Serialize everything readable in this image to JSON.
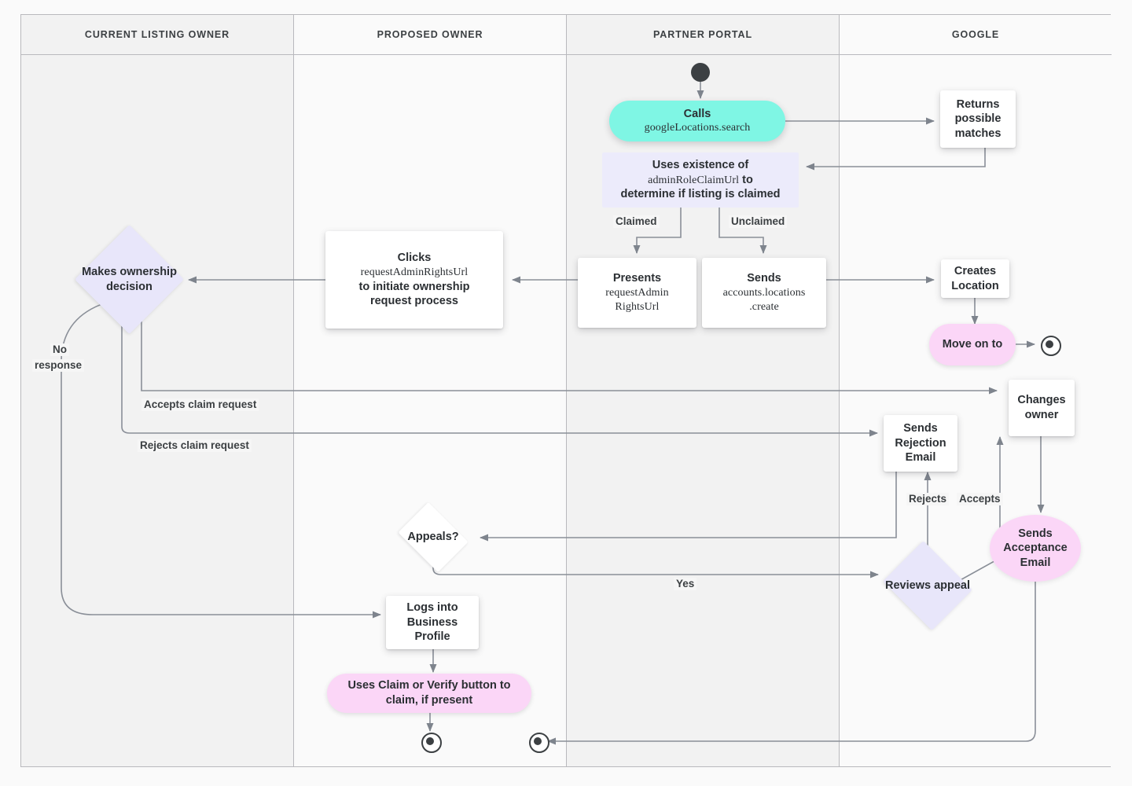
{
  "diagram": {
    "title": "Google Business Profile listing ownership transfer flow",
    "type": "swimlane-flowchart",
    "colors": {
      "lane_border": "#b9b9bd",
      "lane_shade": "#f2f2f2",
      "lane_light": "#fafafa",
      "cyan_node": "#7ff6e4",
      "pink_node": "#fbd6f7",
      "lavender_node": "#e8e6fa",
      "lavender_plain": "#ecebfb",
      "white_node": "#ffffff",
      "connector": "#8a8f98",
      "text": "#2b2f33"
    }
  },
  "lanes": [
    {
      "id": "current-listing-owner",
      "label": "Current listing owner"
    },
    {
      "id": "proposed-owner",
      "label": "Proposed owner"
    },
    {
      "id": "partner-portal",
      "label": "Partner portal"
    },
    {
      "id": "google",
      "label": "Google"
    }
  ],
  "nodes": {
    "start": {
      "shape": "start-node",
      "lane": "partner-portal"
    },
    "calls_search": {
      "shape": "stadium",
      "color": "cyan",
      "lane": "partner-portal",
      "line1": "Calls",
      "line2": "googleLocations.search"
    },
    "returns_matches": {
      "shape": "rect",
      "color": "white",
      "lane": "google",
      "text": "Returns possible matches"
    },
    "uses_existence": {
      "shape": "rect-plain",
      "color": "lavender",
      "lane": "partner-portal",
      "line1": "Uses existence of",
      "line2": "adminRoleClaimUrl",
      "line2_suffix": " to",
      "line3": "determine if listing is claimed"
    },
    "presents_url": {
      "shape": "rect",
      "color": "white",
      "lane": "partner-portal",
      "line1": "Presents",
      "line2": "requestAdmin",
      "line3": "RightsUrl"
    },
    "sends_create": {
      "shape": "rect",
      "color": "white",
      "lane": "partner-portal",
      "line1": "Sends",
      "line2": "accounts.locations",
      "line3": ".create"
    },
    "creates_location": {
      "shape": "rect",
      "color": "white",
      "lane": "google",
      "text": "Creates Location"
    },
    "move_on_to": {
      "shape": "stadium",
      "color": "pink",
      "lane": "google",
      "text": "Move on to"
    },
    "end_google": {
      "shape": "end-node",
      "lane": "google"
    },
    "clicks_request": {
      "shape": "rect",
      "color": "white",
      "lane": "proposed-owner",
      "line1": "Clicks",
      "line2": "requestAdminRightsUrl",
      "line3": "to initiate ownership",
      "line4": "request process"
    },
    "makes_decision": {
      "shape": "diamond",
      "color": "lavender",
      "lane": "current-listing-owner",
      "text": "Makes ownership decision"
    },
    "changes_owner": {
      "shape": "rect",
      "color": "white",
      "lane": "google",
      "text": "Changes owner"
    },
    "sends_rejection": {
      "shape": "rect",
      "color": "white",
      "lane": "google",
      "text": "Sends Rejection Email"
    },
    "sends_acceptance": {
      "shape": "ellipse",
      "color": "pink",
      "lane": "google",
      "text": "Sends Acceptance Email"
    },
    "appeals": {
      "shape": "diamond",
      "color": "white",
      "lane": "proposed-owner",
      "text": "Appeals?"
    },
    "reviews_appeal": {
      "shape": "diamond",
      "color": "lavender",
      "lane": "google",
      "text": "Reviews appeal"
    },
    "logs_into": {
      "shape": "rect",
      "color": "white",
      "lane": "proposed-owner",
      "text": "Logs into Business Profile"
    },
    "uses_claim_verify": {
      "shape": "stadium",
      "color": "pink",
      "lane": "proposed-owner",
      "line1": "Uses Claim or Verify button to",
      "line2": "claim, if present"
    },
    "end_proposed": {
      "shape": "end-node",
      "lane": "proposed-owner"
    },
    "end_partner": {
      "shape": "end-node",
      "lane": "partner-portal"
    }
  },
  "edge_labels": {
    "claimed": "Claimed",
    "unclaimed": "Unclaimed",
    "no_response_l1": "No",
    "no_response_l2": "response",
    "accepts_claim": "Accepts claim request",
    "rejects_claim": "Rejects claim request",
    "rejects": "Rejects",
    "accepts": "Accepts",
    "yes": "Yes"
  },
  "edges": [
    {
      "from": "start",
      "to": "calls_search"
    },
    {
      "from": "calls_search",
      "to": "returns_matches"
    },
    {
      "from": "returns_matches",
      "to": "uses_existence"
    },
    {
      "from": "uses_existence",
      "to": "presents_url",
      "label": "Claimed"
    },
    {
      "from": "uses_existence",
      "to": "sends_create",
      "label": "Unclaimed"
    },
    {
      "from": "sends_create",
      "to": "creates_location"
    },
    {
      "from": "creates_location",
      "to": "move_on_to"
    },
    {
      "from": "move_on_to",
      "to": "end_google"
    },
    {
      "from": "presents_url",
      "to": "clicks_request"
    },
    {
      "from": "clicks_request",
      "to": "makes_decision"
    },
    {
      "from": "makes_decision",
      "to": "changes_owner",
      "label": "Accepts claim request"
    },
    {
      "from": "makes_decision",
      "to": "sends_rejection",
      "label": "Rejects claim request"
    },
    {
      "from": "makes_decision",
      "to": "logs_into",
      "label": "No response"
    },
    {
      "from": "changes_owner",
      "to": "sends_acceptance"
    },
    {
      "from": "sends_acceptance",
      "to": "end_partner"
    },
    {
      "from": "sends_rejection",
      "to": "appeals"
    },
    {
      "from": "appeals",
      "to": "reviews_appeal",
      "label": "Yes"
    },
    {
      "from": "reviews_appeal",
      "to": "sends_rejection",
      "label": "Rejects"
    },
    {
      "from": "reviews_appeal",
      "to": "changes_owner",
      "label": "Accepts"
    },
    {
      "from": "logs_into",
      "to": "uses_claim_verify"
    },
    {
      "from": "uses_claim_verify",
      "to": "end_proposed"
    }
  ]
}
